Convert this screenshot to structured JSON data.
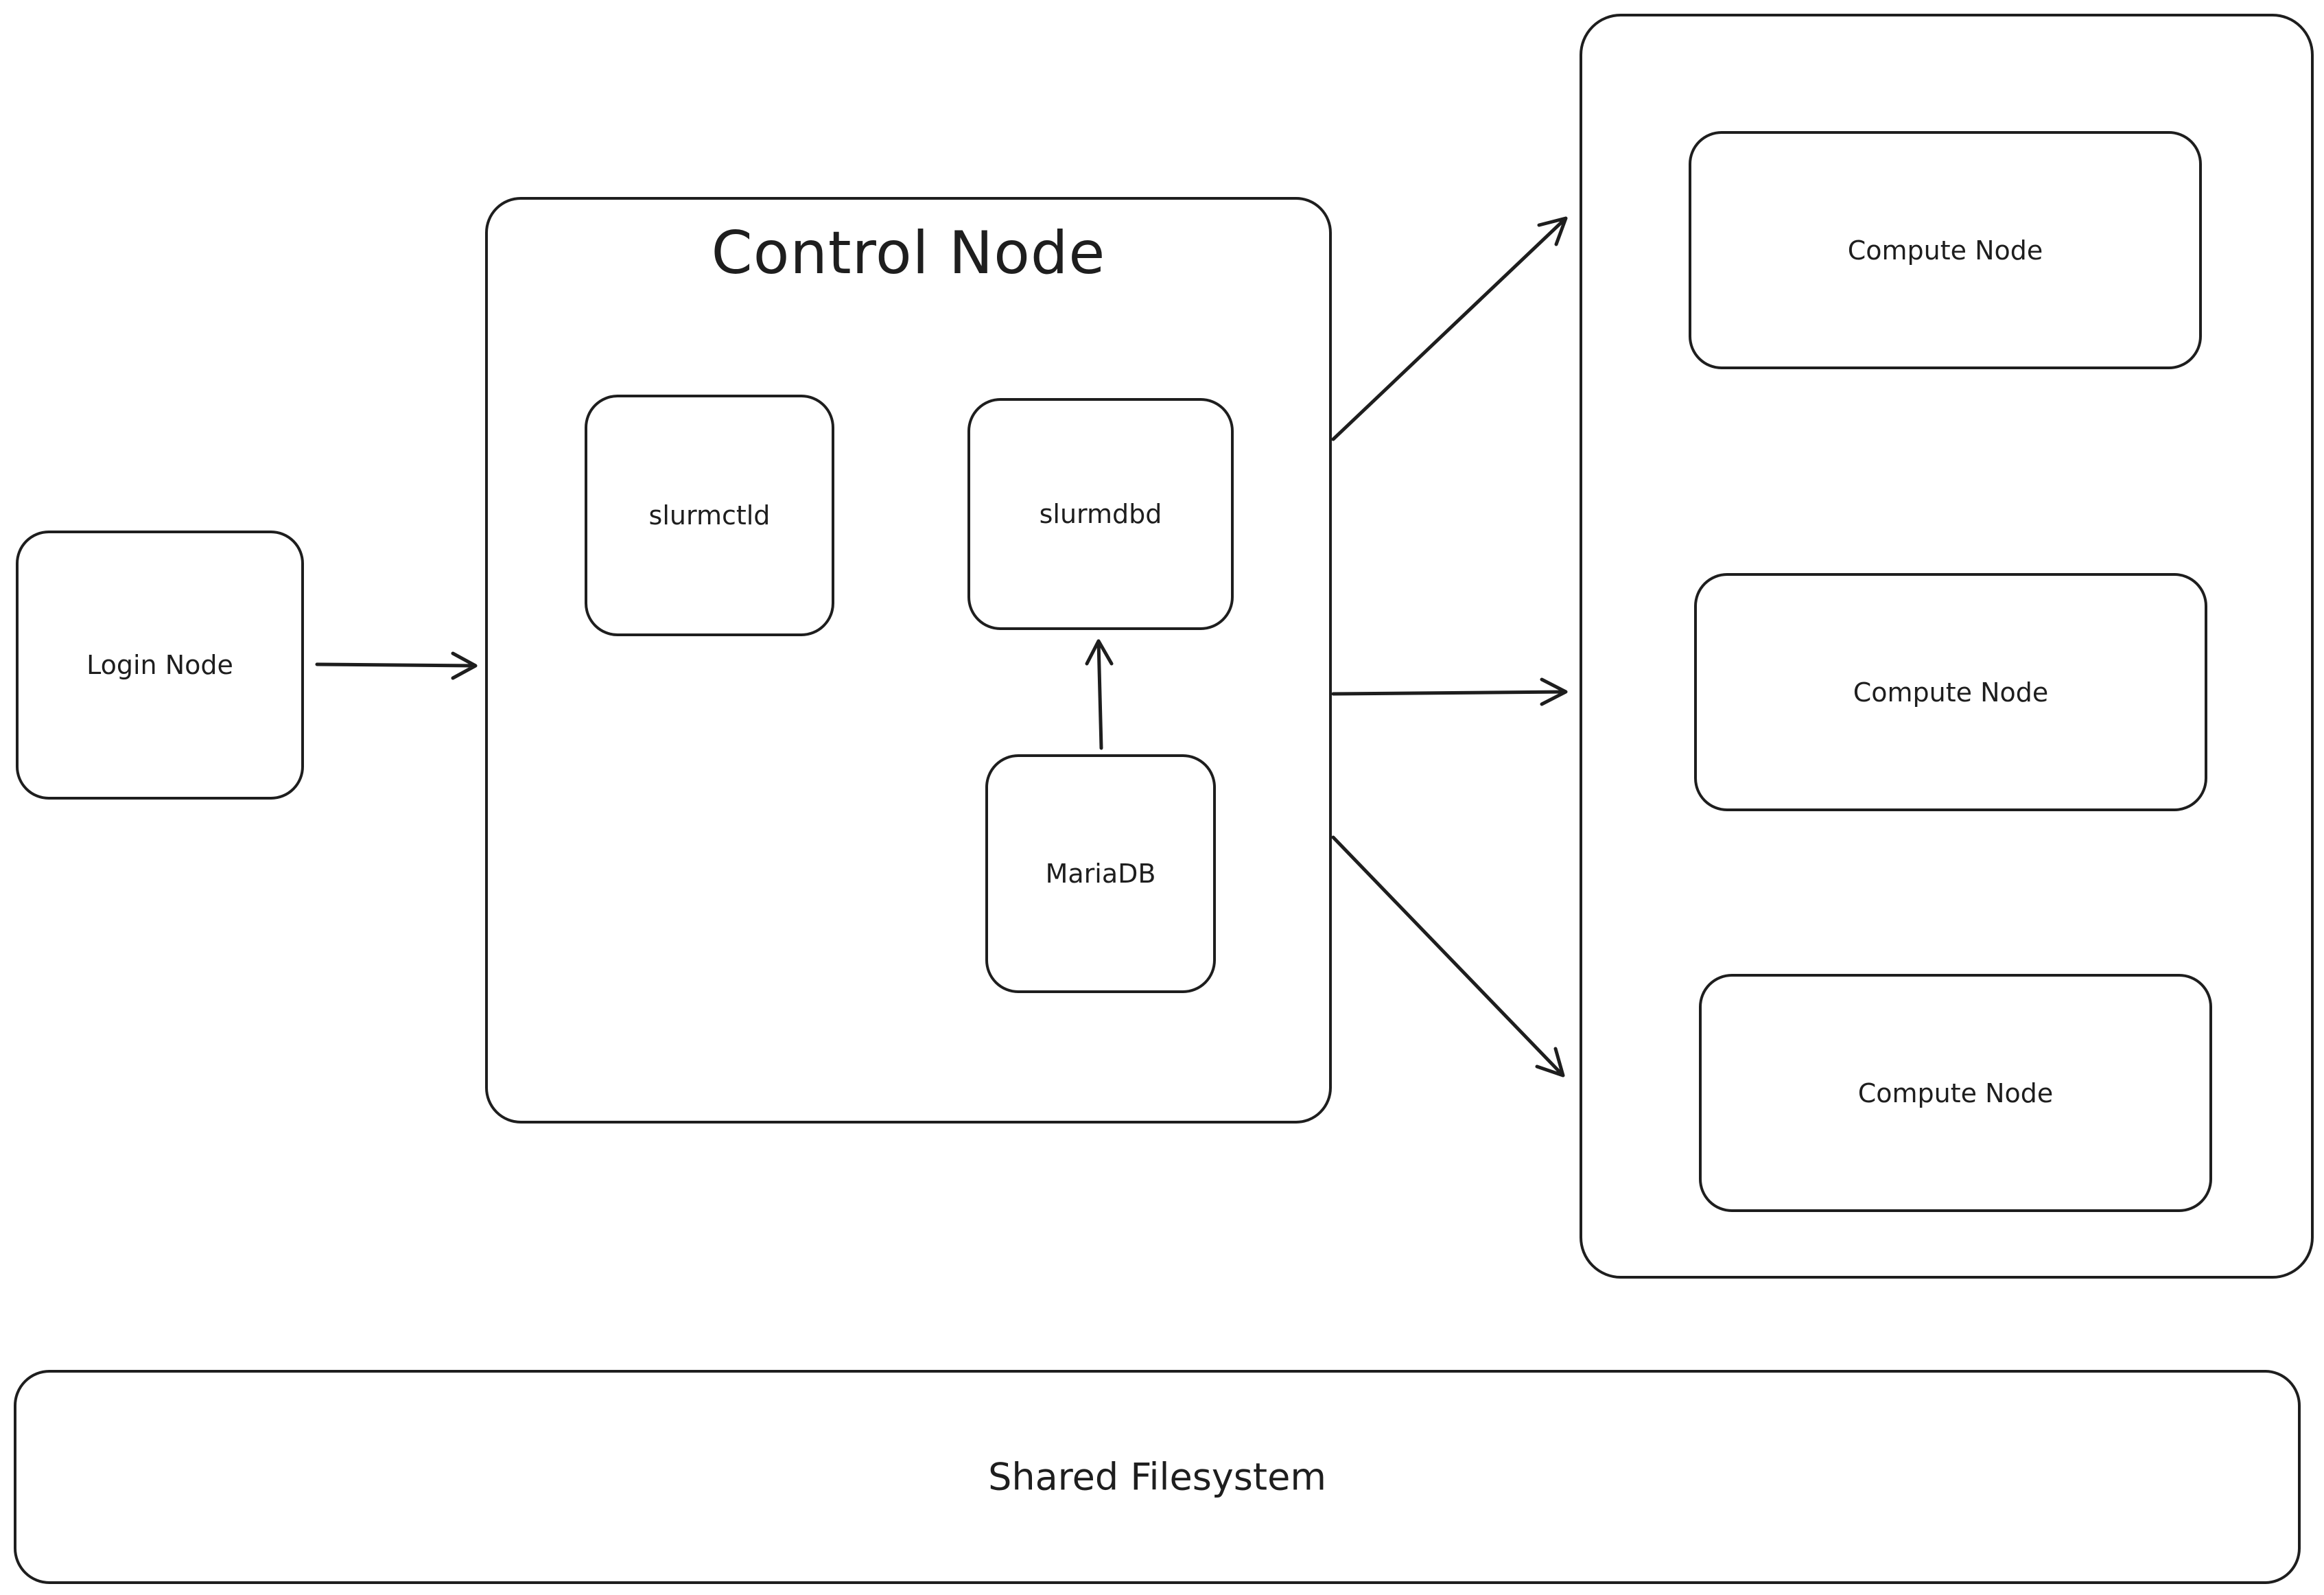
{
  "login_node": {
    "label": "Login Node"
  },
  "control_node": {
    "title": "Control Node",
    "slurmctld": {
      "label": "slurmctld"
    },
    "slurmdbd": {
      "label": "slurmdbd"
    },
    "mariadb": {
      "label": "MariaDB"
    }
  },
  "compute_nodes": [
    {
      "label": "Compute Node"
    },
    {
      "label": "Compute Node"
    },
    {
      "label": "Compute Node"
    }
  ],
  "shared_filesystem": {
    "label": "Shared Filesystem"
  },
  "colors": {
    "stroke": "#1e1e1e",
    "background": "#ffffff"
  }
}
